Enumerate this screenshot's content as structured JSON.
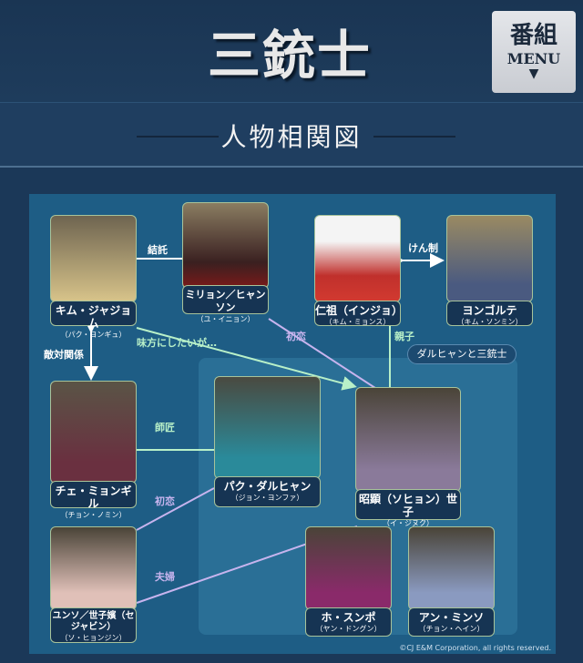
{
  "header": {
    "logo": "三銃士",
    "menu_top": "番組",
    "menu_bottom": "MENU",
    "menu_arrow": "▼"
  },
  "subtitle": "人物相関図",
  "group_label": "ダルヒャンと三銃士",
  "characters": [
    {
      "name": "キム・ジャジョム",
      "actor": "（パク・ヨンギュ）"
    },
    {
      "name": "ミリョン／ヒャンソン",
      "actor": "（ユ・イニョン）"
    },
    {
      "name": "仁祖（インジョ）",
      "actor": "（キム・ミョンス）"
    },
    {
      "name": "ヨンゴルテ",
      "actor": "（キム・ソンミン）"
    },
    {
      "name": "チェ・ミョンギル",
      "actor": "（チョン・ノミン）"
    },
    {
      "name": "パク・ダルヒャン",
      "actor": "（ジョン・ヨンファ）"
    },
    {
      "name": "昭顕（ソヒョン）世子",
      "actor": "（イ・ジヌク）"
    },
    {
      "name": "ユンソ／世子嬪（セジャビン）",
      "actor": "（ソ・ヒョンジン）"
    },
    {
      "name": "ホ・スンポ",
      "actor": "（ヤン・ドングン）"
    },
    {
      "name": "アン・ミンソ",
      "actor": "（チョン・ヘイン）"
    }
  ],
  "relations": {
    "collusion": "結託",
    "rivalry": "けん制",
    "ally": "味方にしたいが…",
    "first_love_1": "初恋",
    "parent": "親子",
    "enemy": "敵対関係",
    "mentor": "師匠",
    "first_love_2": "初恋",
    "spouse": "夫婦"
  },
  "copyright": "©CJ E&M Corporation, all rights reserved."
}
